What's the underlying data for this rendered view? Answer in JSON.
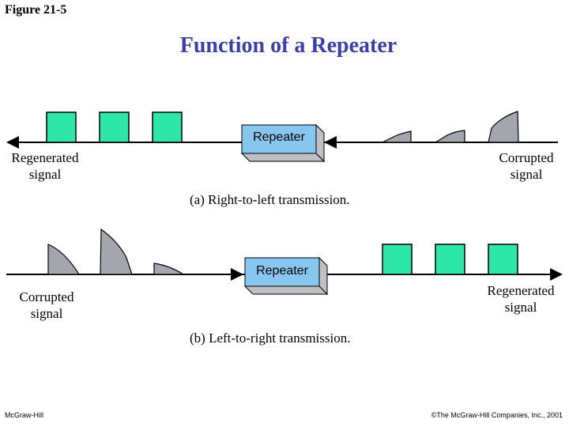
{
  "figure_number": "Figure 21-5",
  "title": "Function of a Repeater",
  "panel_a": {
    "left_label_line1": "Regenerated",
    "left_label_line2": "signal",
    "right_label_line1": "Corrupted",
    "right_label_line2": "signal",
    "repeater_label": "Repeater",
    "caption": "(a) Right-to-left transmission."
  },
  "panel_b": {
    "left_label_line1": "Corrupted",
    "left_label_line2": "signal",
    "right_label_line1": "Regenerated",
    "right_label_line2": "signal",
    "repeater_label": "Repeater",
    "caption": "(b) Left-to-right transmission."
  },
  "footer": {
    "left": "McGraw-Hill",
    "right": "©The McGraw-Hill Companies, Inc., 2001"
  },
  "colors": {
    "title": "#3b3fa8",
    "pulse_fill": "#2ee6a8",
    "corrupted_fill": "#a4a6ad",
    "repeater_fill": "#87c6ef",
    "repeater_side": "#bfc0c4"
  }
}
